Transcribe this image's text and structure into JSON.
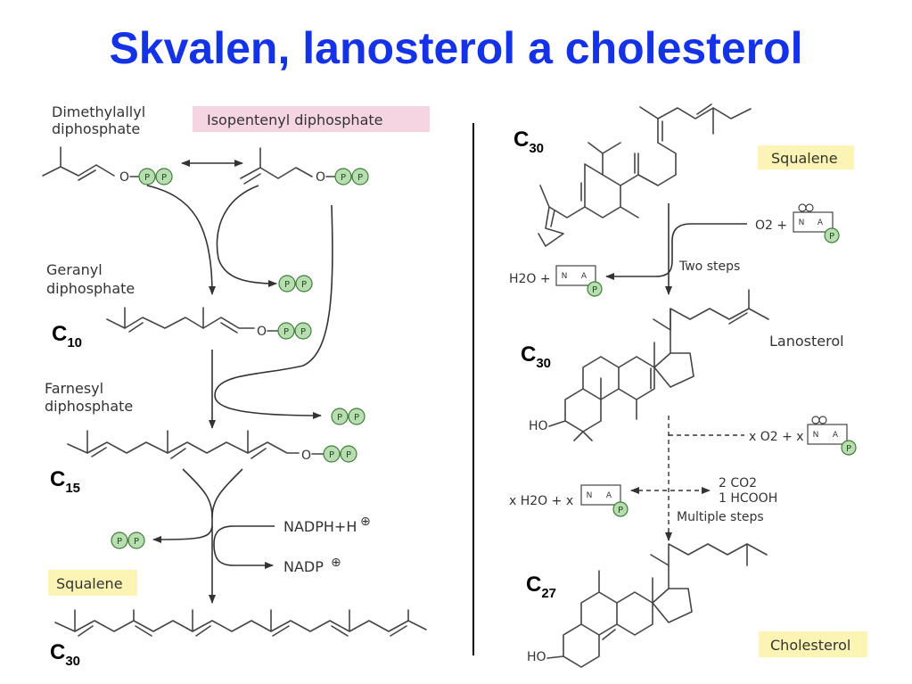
{
  "title": "Skvalen, lanosterol a cholesterol",
  "left": {
    "dimethylallyl_line1": "Dimethylallyl",
    "dimethylallyl_line2": "diphosphate",
    "isopentenyl": "Isopentenyl diphosphate",
    "geranyl_line1": "Geranyl",
    "geranyl_line2": "diphosphate",
    "farnesyl_line1": "Farnesyl",
    "farnesyl_line2": "diphosphate",
    "nadph": "NADPH+H",
    "nadp": "NADP",
    "squalene": "Squalene",
    "o": "O",
    "p": "P",
    "plus_sign": "⊕"
  },
  "right": {
    "squalene": "Squalene",
    "o2_plus": "O2 +",
    "two_steps": "Two steps",
    "h2o_plus": "H2O +",
    "lanosterol": "Lanosterol",
    "ho": "HO",
    "x_o2": "x O2 + x",
    "x_h2o": "x H2O + x",
    "co2": "2 CO2",
    "hcooh": "1 HCOOH",
    "multiple_steps": "Multiple steps",
    "cholesterol": "Cholesterol",
    "nadph_n": "N",
    "nadph_a": "A",
    "nadph_p": "P"
  },
  "carbon_labels": {
    "c": "C",
    "c10": "10",
    "c15": "15",
    "c30": "30",
    "c27": "27"
  },
  "colors": {
    "title": "#1533e6",
    "isopentenyl_bg": "#f6d5e2",
    "squalene_bg": "#fbf4b4",
    "phosphate": "#b8ddb0"
  }
}
